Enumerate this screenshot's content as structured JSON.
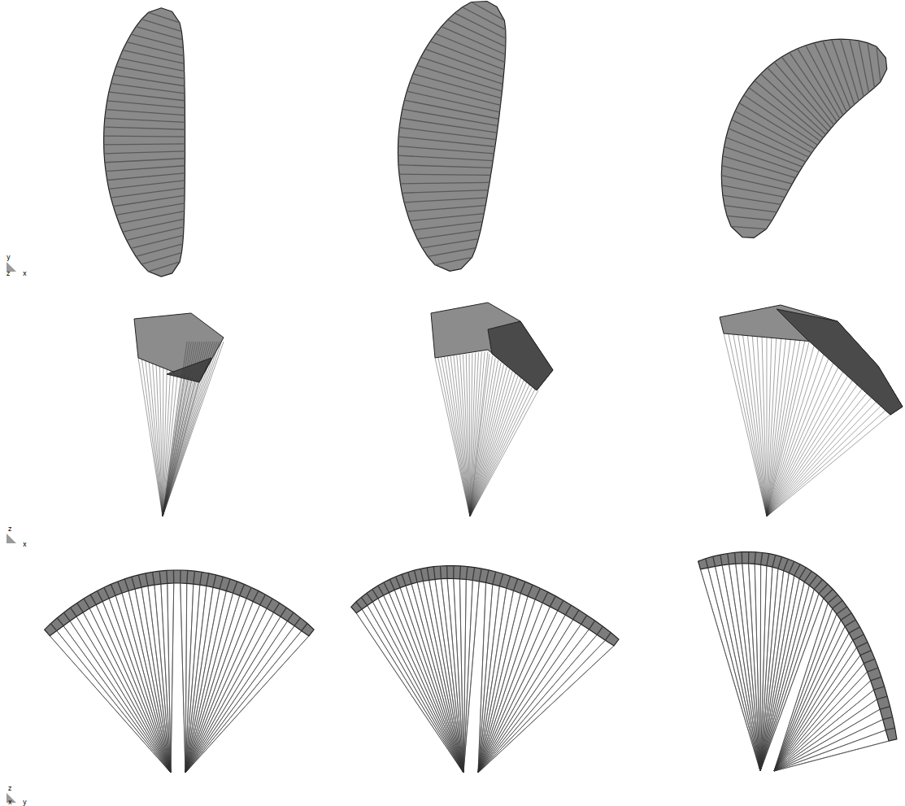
{
  "diagram": {
    "labels": [
      "y",
      "z",
      "x",
      "z",
      "x",
      "z",
      "x",
      "y"
    ]
  }
}
